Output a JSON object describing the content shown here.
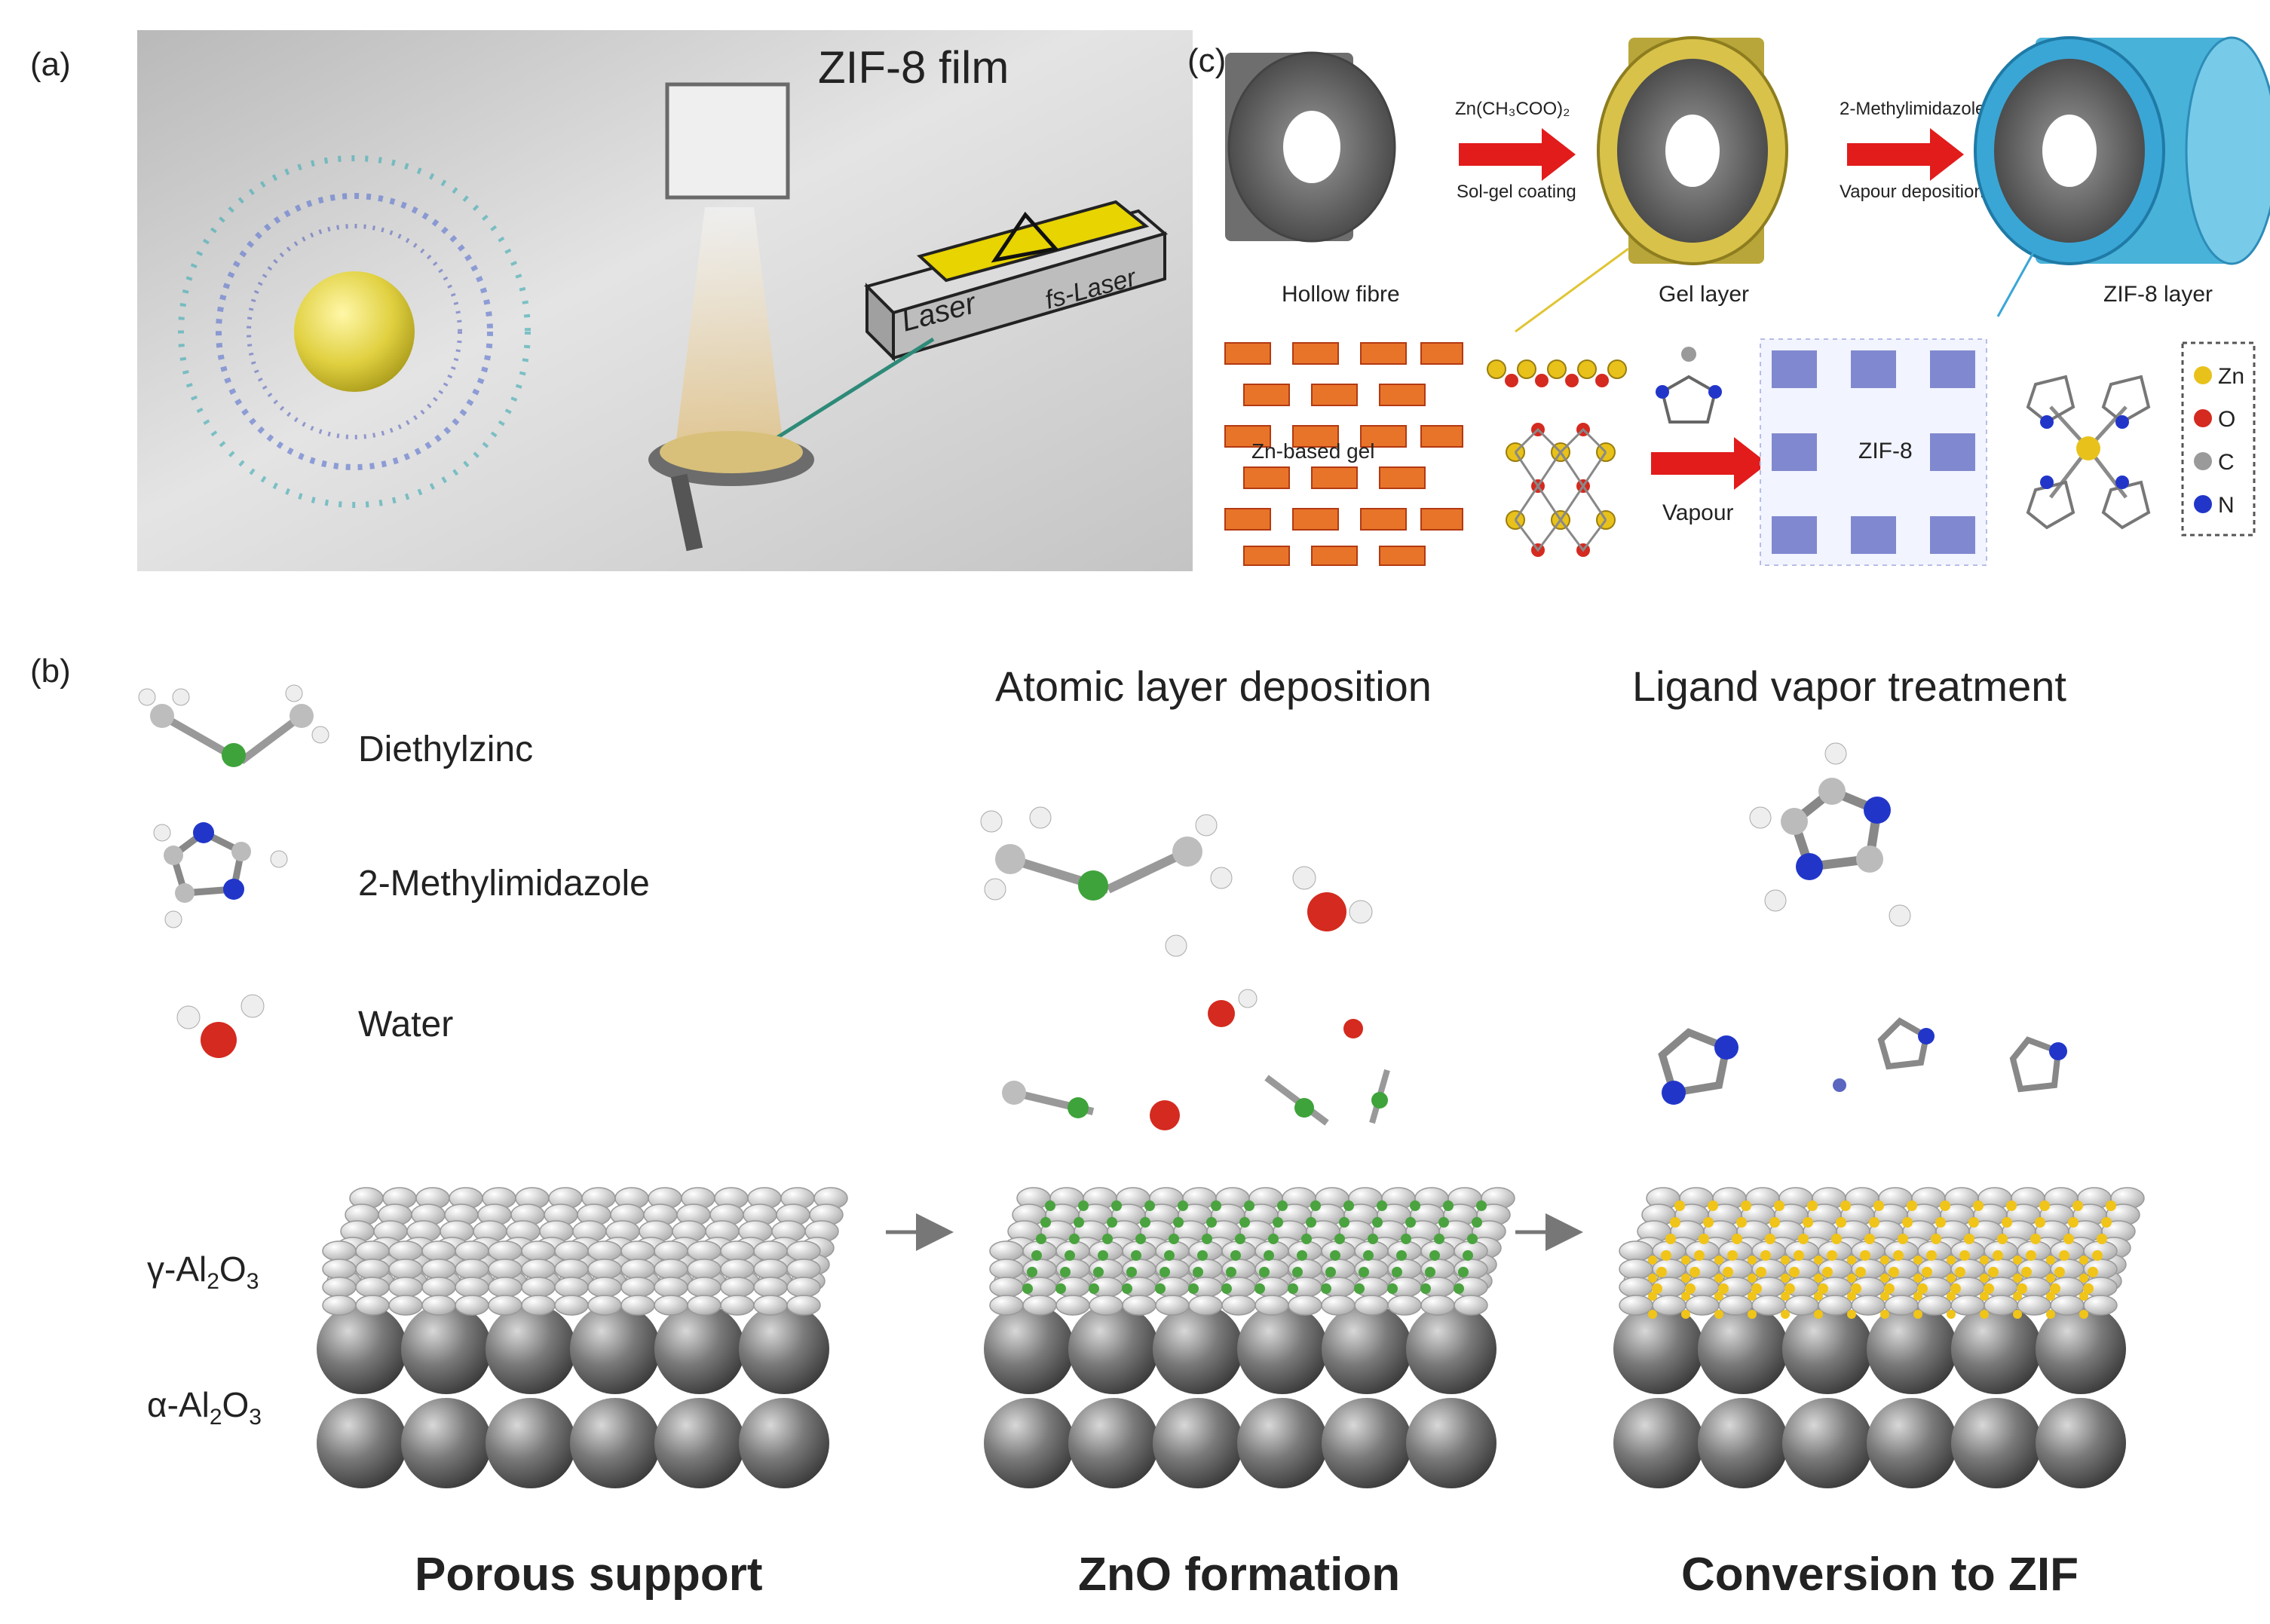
{
  "panel_a": {
    "label": "(a)",
    "title": "ZIF-8 film",
    "laser_label": "Laser",
    "fs_laser_label": "fs-Laser"
  },
  "panel_b": {
    "label": "(b)",
    "legend": [
      {
        "name": "Diethylzinc"
      },
      {
        "name": "2-Methylimidazole"
      },
      {
        "name": "Water"
      }
    ],
    "layer_gamma": "γ-Al",
    "layer_gamma_sub": "2",
    "layer_gamma_o": "O",
    "layer_gamma_sub2": "3",
    "layer_alpha": "α-Al",
    "layer_alpha_sub": "2",
    "layer_alpha_o": "O",
    "layer_alpha_sub2": "3",
    "step2_title": "Atomic layer deposition",
    "step3_title": "Ligand vapor treatment",
    "caption1": "Porous support",
    "caption2": "ZnO formation",
    "caption3": "Conversion to ZIF"
  },
  "panel_c": {
    "label": "(c)",
    "arrow1_top": "Zn(CH₃COO)₂",
    "arrow1_bottom": "Sol-gel coating",
    "arrow2_top": "2-Methylimidazole",
    "arrow2_bottom": "Vapour deposition",
    "tube1": "Hollow fibre",
    "tube2": "Gel layer",
    "tube3": "ZIF-8 layer",
    "gel_label": "Zn-based gel",
    "vapour_label": "Vapour",
    "zif_label": "ZIF-8",
    "legend": [
      {
        "name": "Zn",
        "color": "#e8c21a"
      },
      {
        "name": "O",
        "color": "#d42a1f"
      },
      {
        "name": "C",
        "color": "#9a9a9a"
      },
      {
        "name": "N",
        "color": "#2136c9"
      }
    ]
  },
  "colors": {
    "arrow_red": "#e21b1b",
    "zn_yellow": "#f0c419",
    "alumina_gray": "#6f6f6f",
    "zif_blue": "#3aa6d6",
    "gel_gold": "#c9b240"
  }
}
